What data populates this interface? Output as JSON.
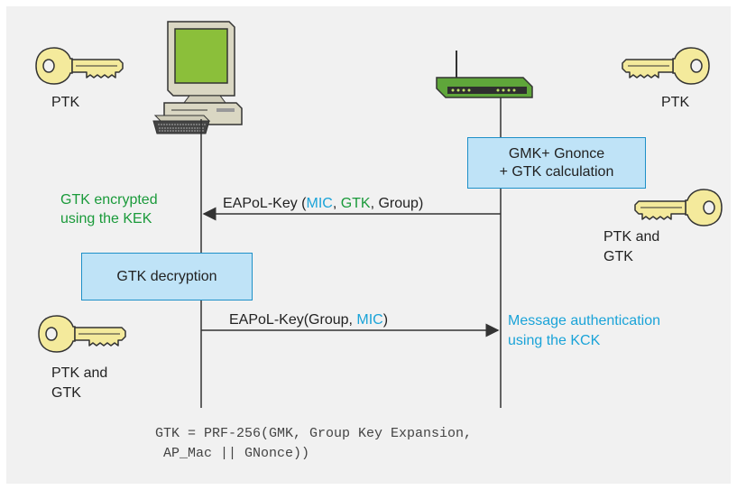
{
  "left_labels": {
    "ptk_top_left": "PTK",
    "gtk_encrypted_line1": "GTK encrypted",
    "gtk_encrypted_line2": "using the KEK",
    "ptk_and_left": "PTK and",
    "gtk_left": "GTK"
  },
  "right_labels": {
    "ptk_top_right": "PTK",
    "ptk_and_right": "PTK and",
    "gtk_right": "GTK",
    "msg_auth_line1": "Message authentication",
    "msg_auth_line2": "using the KCK"
  },
  "boxes": {
    "gmk_line1": "GMK+ Gnonce",
    "gmk_line2": "+ GTK calculation",
    "gtk_decryption": "GTK decryption"
  },
  "messages": {
    "msg1_prefix": "EAPoL-Key (",
    "msg1_mic": "MIC",
    "msg1_sep1": ", ",
    "msg1_gtk": "GTK",
    "msg1_suffix": ", Group)",
    "msg2_prefix": "EAPoL-Key(Group, ",
    "msg2_mic": "MIC",
    "msg2_suffix": ")"
  },
  "formula": {
    "line1": "GTK = PRF-256(GMK, Group Key Expansion,",
    "line2": " AP_Mac || GNonce))"
  },
  "colors": {
    "background": "#f1f1f1",
    "box_fill": "#bfe3f7",
    "box_border": "#1e90c8",
    "green_text": "#1a9a3a",
    "blue_text": "#1aa3d8",
    "key_fill": "#f4ea9c"
  },
  "icons": [
    "key-icon",
    "computer-icon",
    "router-icon"
  ]
}
